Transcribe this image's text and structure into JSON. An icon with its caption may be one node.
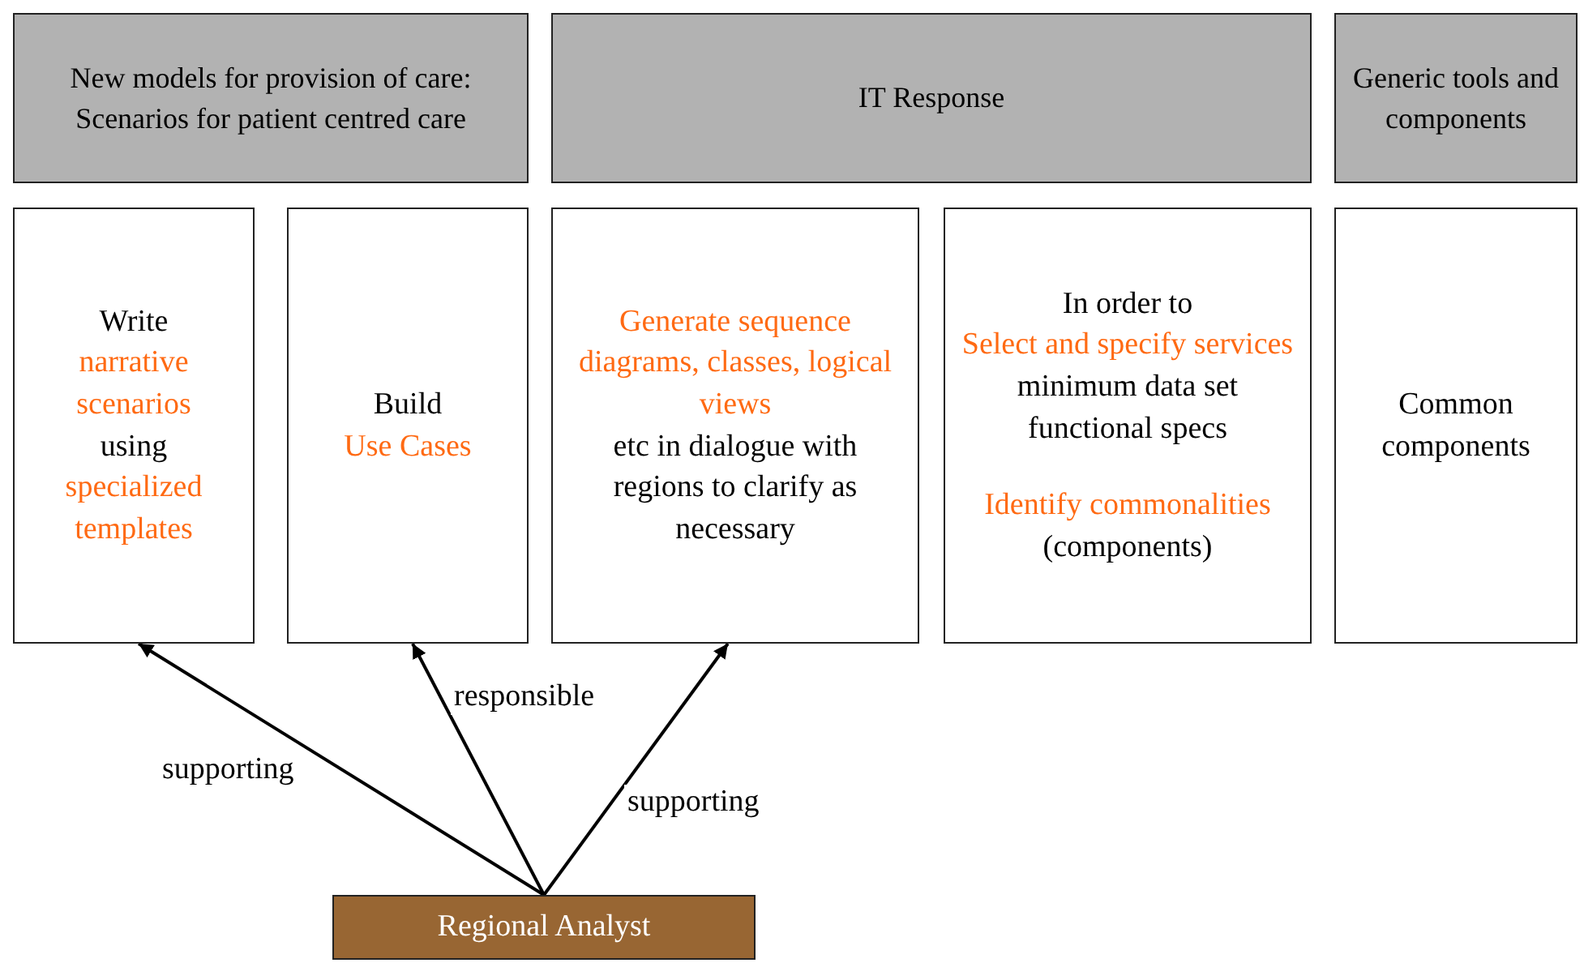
{
  "diagram": {
    "nodes": [
      {
        "text": [
          "New models for provision of care: Scenarios for patient centred care"
        ]
      },
      {
        "text": [
          "IT Response"
        ]
      },
      {
        "text": [
          "Generic tools and components"
        ]
      },
      {
        "text": [
          "Write",
          "narrative scenarios",
          "using",
          "specialized templates"
        ]
      },
      {
        "text": [
          "Build",
          "Use Cases"
        ]
      },
      {
        "text": [
          "Generate sequence diagrams, classes, logical views",
          "etc in dialogue with regions to clarify as necessary"
        ]
      },
      {
        "text": [
          "In order to",
          "Select and specify services",
          "minimum data set functional specs",
          "Identify commonalities",
          "(components)"
        ]
      },
      {
        "text": [
          "Common components"
        ]
      },
      {
        "text": [
          "Regional Analyst"
        ]
      }
    ],
    "edges": [
      {
        "from": 8,
        "to": 3,
        "arrow": "to",
        "label": "supporting"
      },
      {
        "from": 8,
        "to": 4,
        "arrow": "to",
        "label": "responsible"
      },
      {
        "from": 8,
        "to": 5,
        "arrow": "to",
        "label": "supporting"
      }
    ]
  }
}
